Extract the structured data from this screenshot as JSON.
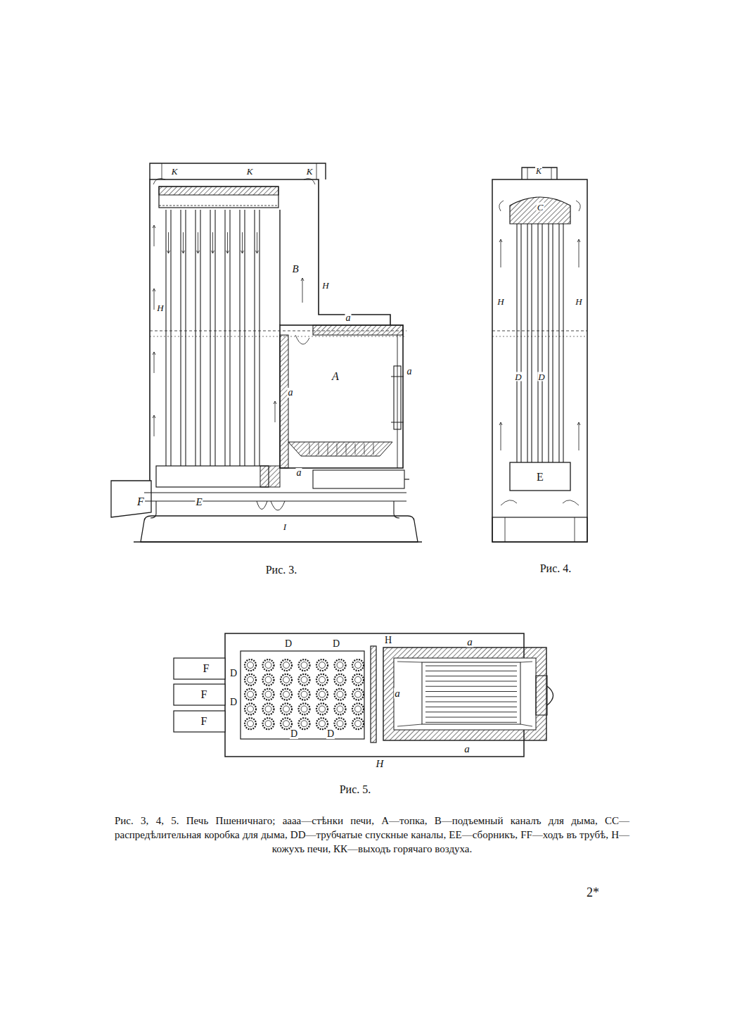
{
  "diagram": {
    "caption": "Рис. 3, 4, 5. Печь Пшеничнаго; аааа—стѣнки печи, А—топка, В—подъемный каналъ для дыма, СС—распредѣлительная коробка для дыма, DD—трубчатые спускные каналы, ЕЕ—сборникъ, FF—ходъ въ трубѣ, Н—кожухъ печи, КК—выходъ горячаго воздуха.",
    "labels": [
      "K",
      "K",
      "K",
      "B",
      "H",
      "H",
      "a",
      "A",
      "a",
      "a",
      "a",
      "F",
      "E",
      "I",
      "Рис. 3.",
      "K",
      "C",
      "H",
      "H",
      "D",
      "D",
      "E",
      "Рис. 4.",
      "D",
      "D",
      "H",
      "a",
      "F",
      "F",
      "F",
      "D",
      "D",
      "a",
      "D",
      "D",
      "a",
      "H",
      "Рис. 5.",
      "2*"
    ]
  }
}
